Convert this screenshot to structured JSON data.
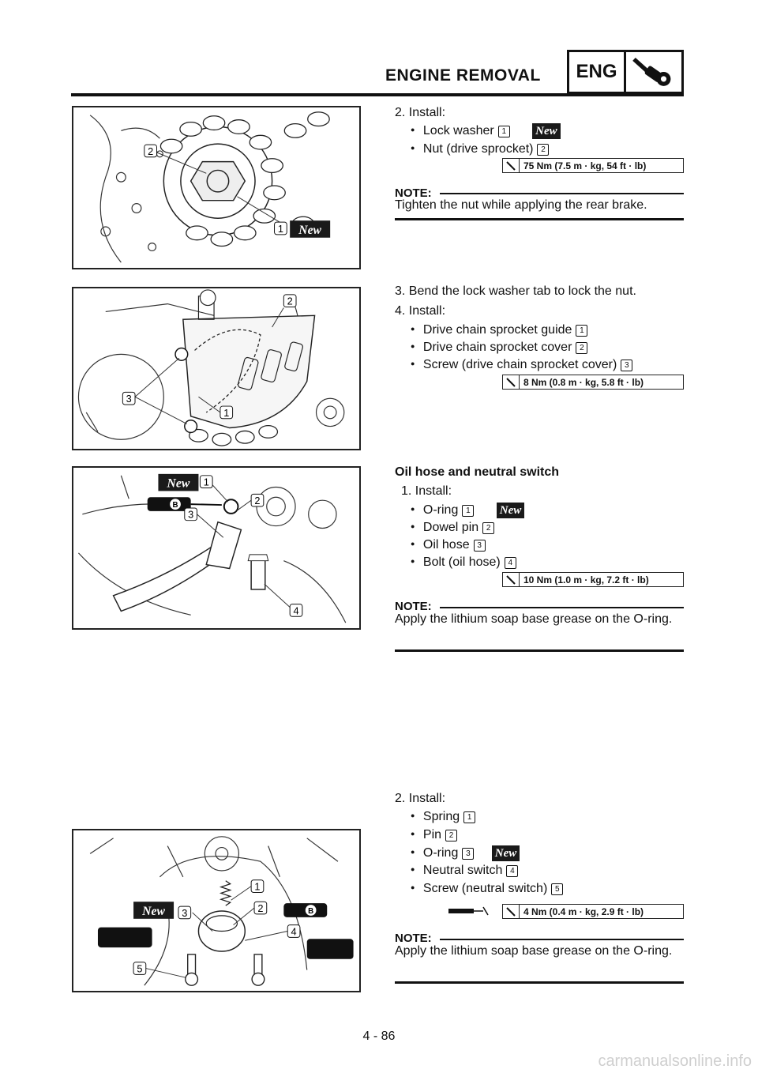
{
  "header": {
    "title": "ENGINE REMOVAL",
    "section_code": "ENG"
  },
  "new_label": "New",
  "sec1": {
    "step": "2. Install:",
    "items": [
      {
        "label": "Lock washer",
        "num": "1",
        "is_new": true
      },
      {
        "label": "Nut (drive sprocket)",
        "num": "2",
        "is_new": false
      }
    ],
    "torque": "75 Nm (7.5 m · kg, 54 ft · lb)",
    "note_label": "NOTE:",
    "note_text": "Tighten the nut while applying the rear brake."
  },
  "sec2": {
    "step3": "3. Bend the lock washer tab to lock the nut.",
    "step4": "4. Install:",
    "items": [
      {
        "label": "Drive chain sprocket guide",
        "num": "1"
      },
      {
        "label": "Drive chain sprocket cover",
        "num": "2"
      },
      {
        "label": "Screw (drive chain sprocket cover)",
        "num": "3"
      }
    ],
    "torque": "8 Nm (0.8 m · kg, 5.8 ft · lb)"
  },
  "sec3": {
    "title": "Oil hose and neutral switch",
    "step": "1. Install:",
    "items": [
      {
        "label": "O-ring",
        "num": "1",
        "is_new": true
      },
      {
        "label": "Dowel pin",
        "num": "2"
      },
      {
        "label": "Oil hose",
        "num": "3"
      },
      {
        "label": "Bolt (oil hose)",
        "num": "4"
      }
    ],
    "torque": "10 Nm (1.0 m · kg, 7.2 ft · lb)",
    "note_label": "NOTE:",
    "note_text": "Apply the lithium soap base grease on the O-ring."
  },
  "sec4": {
    "step": "2. Install:",
    "items": [
      {
        "label": "Spring",
        "num": "1"
      },
      {
        "label": "Pin",
        "num": "2"
      },
      {
        "label": "O-ring",
        "num": "3",
        "is_new": true
      },
      {
        "label": "Neutral switch",
        "num": "4"
      },
      {
        "label": "Screw (neutral switch)",
        "num": "5"
      }
    ],
    "torque": "4 Nm (0.4 m · kg, 2.9 ft · lb)",
    "note_label": "NOTE:",
    "note_text": "Apply the lithium soap base grease on the O-ring."
  },
  "figure_labels": {
    "fig1": [
      "2",
      "1"
    ],
    "fig2": [
      "2",
      "3",
      "1"
    ],
    "fig3": [
      "1",
      "2",
      "3",
      "4"
    ],
    "fig4": [
      "1",
      "2",
      "3",
      "4",
      "5"
    ],
    "grease_mark": "B"
  },
  "footer": {
    "page_number": "4 - 86",
    "watermark": "carmanualsonline.info"
  }
}
